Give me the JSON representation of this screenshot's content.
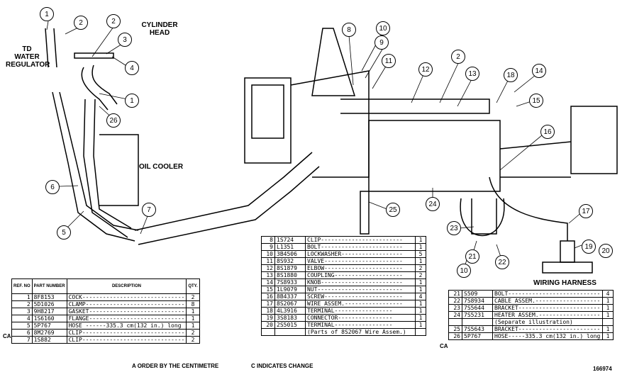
{
  "labels": {
    "td_water_regulator": [
      "TD",
      "WATER",
      "REGULATOR"
    ],
    "cylinder_head": [
      "CYLINDER",
      "HEAD"
    ],
    "oil_cooler": "OIL COOLER",
    "wiring_harness": "WIRING HARNESS"
  },
  "callouts": [
    "1",
    "2",
    "2",
    "3",
    "4",
    "1",
    "26",
    "6",
    "5",
    "7",
    "8",
    "10",
    "9",
    "11",
    "2",
    "12",
    "13",
    "18",
    "14",
    "15",
    "16",
    "25",
    "24",
    "23",
    "21",
    "10",
    "22",
    "17",
    "19",
    "20"
  ],
  "tables": {
    "left": {
      "headers": [
        "REF. NO",
        "PART NUMBER",
        "DESCRIPTION",
        "QTY."
      ],
      "rows": [
        {
          "c": "",
          "ref": "1",
          "pn": "8F8153",
          "desc": "COCK------------------------------",
          "qty": "2"
        },
        {
          "c": "",
          "ref": "2",
          "pn": "5D1026",
          "desc": "CLAMP-----------------------------",
          "qty": "8"
        },
        {
          "c": "",
          "ref": "3",
          "pn": "9H8217",
          "desc": "GASKET----------------------------",
          "qty": "1"
        },
        {
          "c": "",
          "ref": "4",
          "pn": "1S6160",
          "desc": "FLANGE----------------------------",
          "qty": "1"
        },
        {
          "c": "CA",
          "ref": "5",
          "pn": "5P767",
          "desc": "HOSE ------335.3 cm(132 in.) long",
          "qty": "1"
        },
        {
          "c": "",
          "ref": "6",
          "pn": "8M2769",
          "desc": "CLIP------------------------------",
          "qty": "2"
        },
        {
          "c": "",
          "ref": "7",
          "pn": "1S882",
          "desc": "CLIP------------------------------",
          "qty": "2"
        }
      ]
    },
    "middle": {
      "rows": [
        {
          "ref": "8",
          "pn": "1S724",
          "desc": "CLIP------------------------",
          "qty": "1"
        },
        {
          "ref": "9",
          "pn": "L1351",
          "desc": "BOLT------------------------",
          "qty": "1"
        },
        {
          "ref": "10",
          "pn": "3B4506",
          "desc": "LOCKWASHER------------------",
          "qty": "5"
        },
        {
          "ref": "11",
          "pn": "8S932",
          "desc": "VALVE-----------------------",
          "qty": "1"
        },
        {
          "ref": "12",
          "pn": "8S1879",
          "desc": "ELBOW-----------------------",
          "qty": "2"
        },
        {
          "ref": "13",
          "pn": "8S1880",
          "desc": "COUPLING--------------------",
          "qty": "2"
        },
        {
          "ref": "14",
          "pn": "7S8933",
          "desc": "KNOB------------------------",
          "qty": "1"
        },
        {
          "ref": "15",
          "pn": "1L9079",
          "desc": "NUT-------------------------",
          "qty": "1"
        },
        {
          "ref": "16",
          "pn": "8B4337",
          "desc": "SCREW-----------------------",
          "qty": "4"
        },
        {
          "ref": "17",
          "pn": "8S2067",
          "desc": "WIRE ASSEM.-----------------",
          "qty": "1"
        },
        {
          "ref": "18",
          "pn": "4L3916",
          "desc": "   TERMINAL-----------------",
          "qty": "1"
        },
        {
          "ref": "19",
          "pn": "3S8183",
          "desc": "   CONNECTOR----------------",
          "qty": "1"
        },
        {
          "ref": "20",
          "pn": "2S5015",
          "desc": "   TERMINAL-----------------",
          "qty": "1"
        }
      ],
      "note": "(Parts of 8S2067 Wire Assem.)"
    },
    "right": {
      "rows": [
        {
          "c": "",
          "ref": "21",
          "pn": "S509",
          "desc": "BOLT---------------------------",
          "qty": "4"
        },
        {
          "c": "",
          "ref": "22",
          "pn": "7S8934",
          "desc": "CABLE ASSEM.-------------------",
          "qty": "1"
        },
        {
          "c": "",
          "ref": "23",
          "pn": "7S5644",
          "desc": "BRACKET------------------------",
          "qty": "1"
        },
        {
          "c": "",
          "ref": "24",
          "pn": "7S5231",
          "desc": "HEATER ASSEM.------------------",
          "qty": "1"
        },
        {
          "c": "",
          "ref": "",
          "pn": "",
          "desc": "   (Separate illustration)",
          "qty": ""
        },
        {
          "c": "",
          "ref": "25",
          "pn": "7S5643",
          "desc": "BRACKET------------------------",
          "qty": "1"
        },
        {
          "c": "CA",
          "ref": "26",
          "pn": "5P767",
          "desc": "HOSE-----335.3 cm(132 in.) long",
          "qty": "1"
        }
      ]
    }
  },
  "footer": {
    "order_note": "A ORDER BY THE CENTIMETRE",
    "change_note": "C INDICATES  CHANGE",
    "figure_number": "166974"
  }
}
